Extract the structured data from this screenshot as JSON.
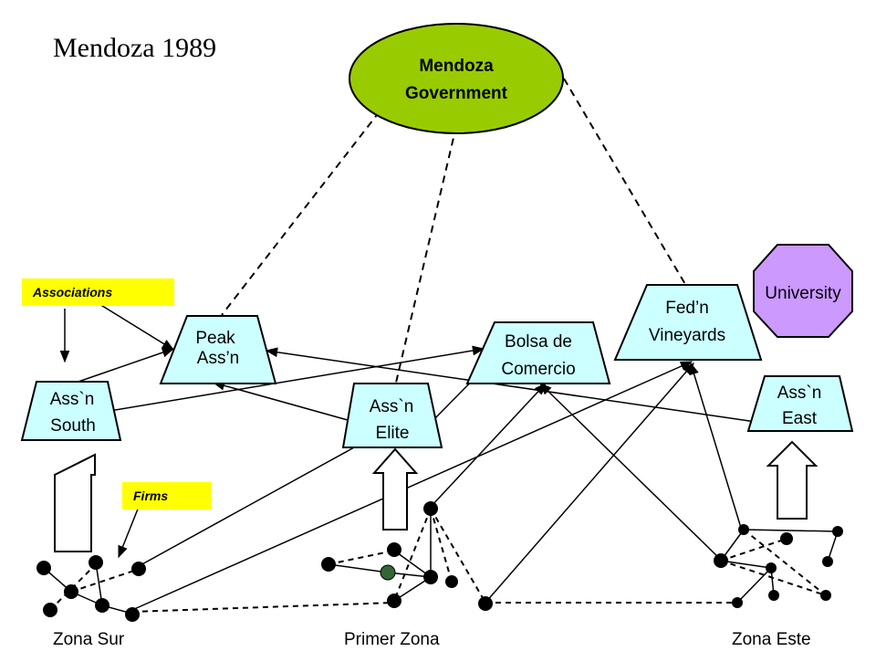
{
  "title": "Mendoza 1989",
  "government": {
    "line1": "Mendoza",
    "line2": "Government"
  },
  "university": "University",
  "nodes": {
    "peak": {
      "line1": "Peak",
      "line2": "Ass’n"
    },
    "bolsa": {
      "line1": "Bolsa de",
      "line2": "Comercio"
    },
    "fedn": {
      "line1": "Fed’n",
      "line2": "Vineyards"
    },
    "south": {
      "line1": "Ass`n",
      "line2": "South"
    },
    "elite": {
      "line1": "Ass`n",
      "line2": "Elite"
    },
    "east": {
      "line1": "Ass`n",
      "line2": "East"
    }
  },
  "tags": {
    "associations": "Associations",
    "firms": "Firms"
  },
  "zones": {
    "sur": "Zona Sur",
    "primer": "Primer Zona",
    "este": "Zona Este"
  },
  "colors": {
    "government_fill": "#99cc00",
    "university_fill": "#cc99ff",
    "tag_fill": "#ffff00",
    "special_firm": "#336633"
  }
}
